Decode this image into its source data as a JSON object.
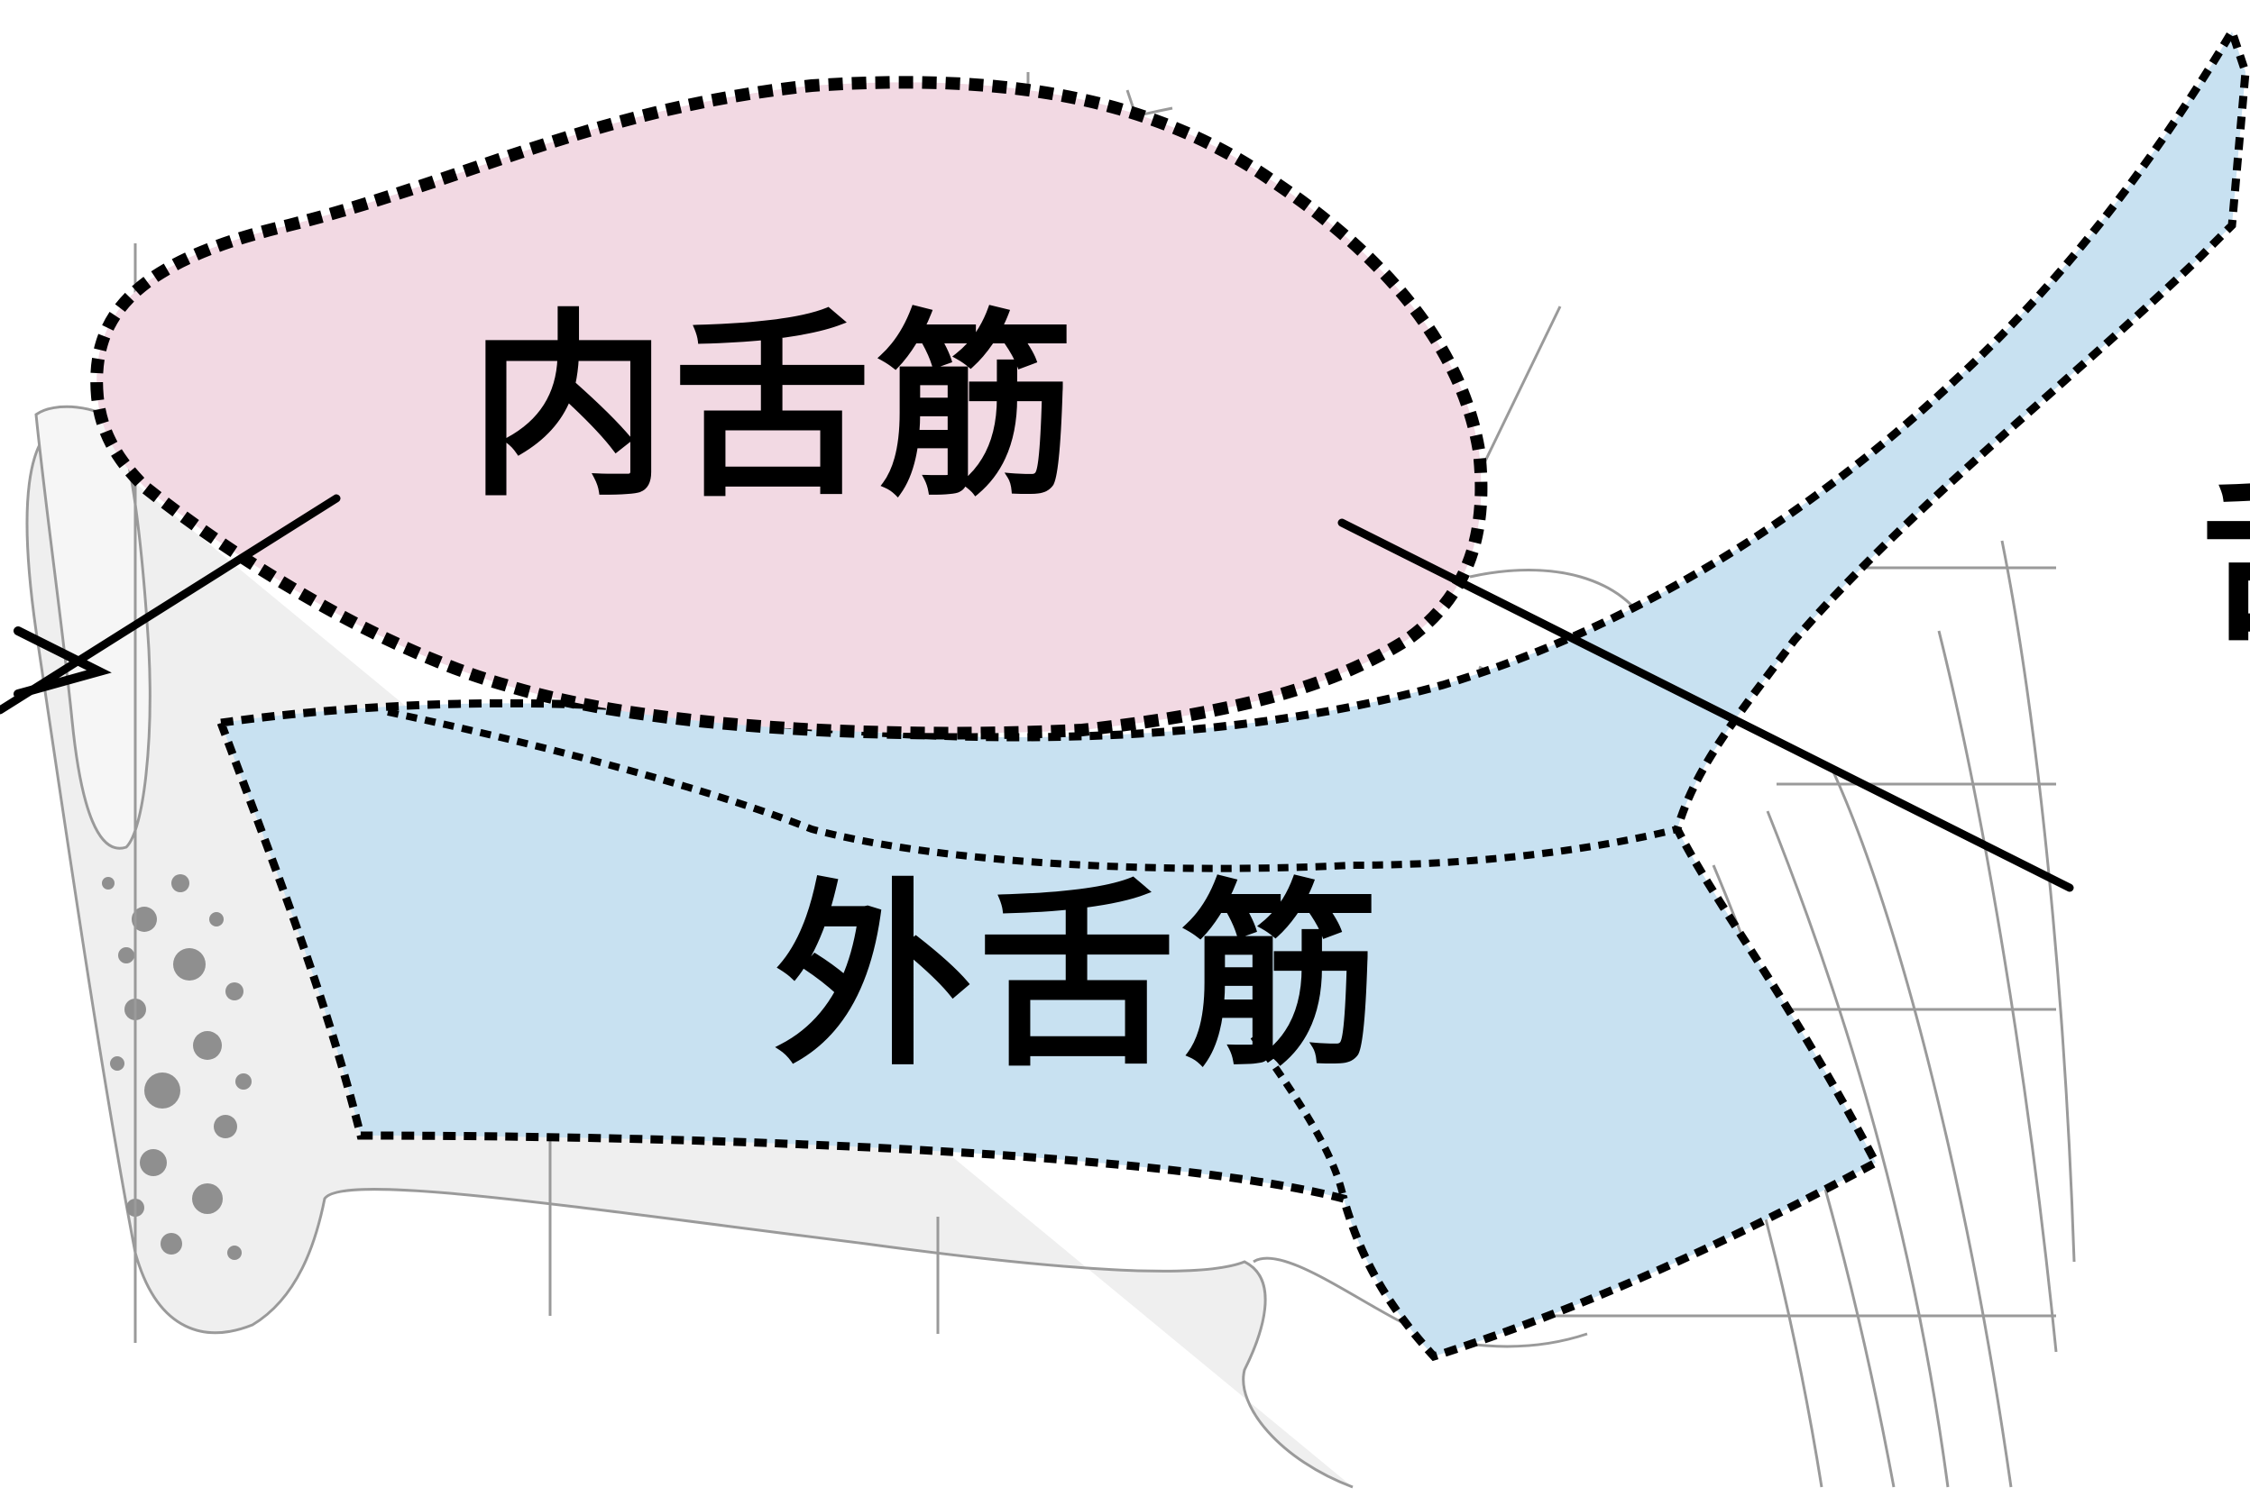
{
  "labels": {
    "intrinsic": "内舌筋",
    "extrinsic": "外舌筋",
    "cut_off_right": "舌"
  },
  "colors": {
    "intrinsic_fill": "#f2d9e3",
    "extrinsic_fill": "#c8e1f1",
    "outline": "#000000",
    "line_art": "#9a9a9a",
    "bone_fill": "#efefef"
  }
}
